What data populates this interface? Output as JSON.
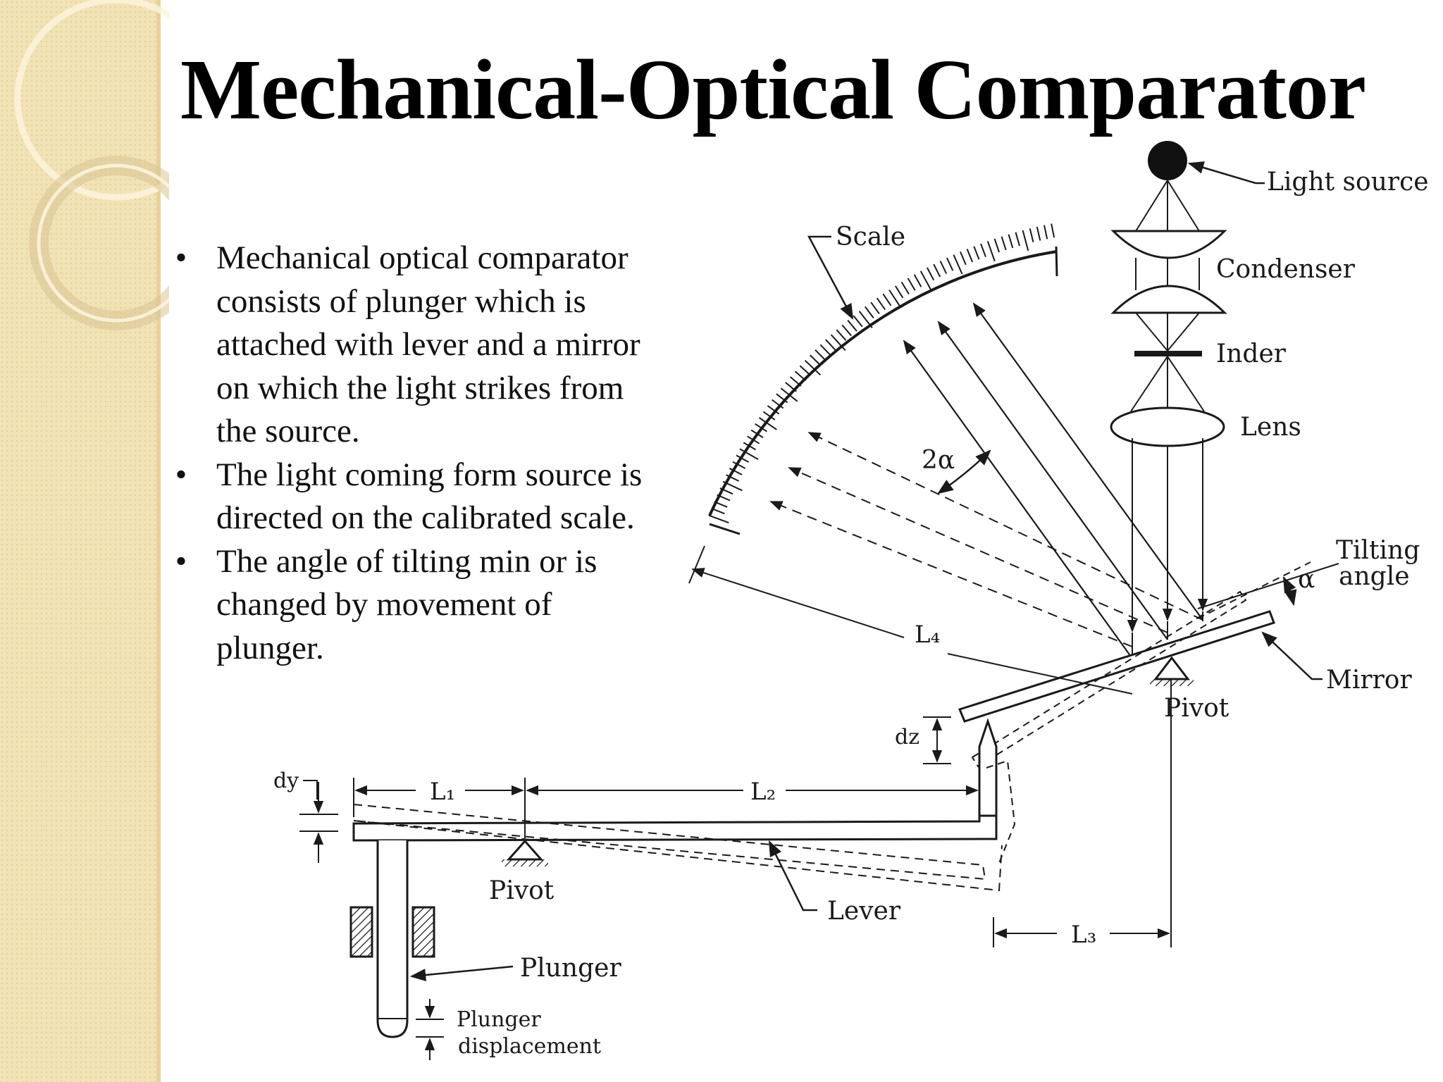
{
  "title": "Mechanical-Optical Comparator",
  "bullets": [
    {
      "text": "Mechanical optical comparator consists of plunger which is attached with lever and a mirror on which the light strikes from the source."
    },
    {
      "text": "The light coming form source is directed on the calibrated scale."
    },
    {
      "text": "The angle of tilting min or is changed by movement of plunger."
    }
  ],
  "bullet_lines": [
    [
      "Mechanical optical comparator",
      "consists of plunger which is",
      "attached with lever and a mirror",
      "on which the light strikes from",
      "the source."
    ],
    [
      "The light coming form source is",
      "directed on the calibrated scale."
    ],
    [
      "The angle of tilting min or is",
      "changed by movement of",
      "plunger."
    ]
  ],
  "bullet_symbol": "•",
  "diagram": {
    "labels": {
      "light_source": "Light source",
      "scale": "Scale",
      "condenser": "Condenser",
      "inder": "Inder",
      "lens": "Lens",
      "two_alpha": "2α",
      "tilting": "Tilting",
      "angle": "angle",
      "alpha": "α",
      "mirror": "Mirror",
      "pivot_mirror": "Pivot",
      "l4": "L₄",
      "dz": "dz",
      "dy": "dy",
      "l1": "L₁",
      "l2": "L₂",
      "pivot_lever": "Pivot",
      "lever": "Lever",
      "l3": "L₃",
      "plunger": "Plunger",
      "plunger_displacement_1": "Plunger",
      "plunger_displacement_2": "displacement"
    }
  },
  "colors": {
    "sidebar": "#f2e3b6",
    "ink": "#1a1a1a"
  }
}
